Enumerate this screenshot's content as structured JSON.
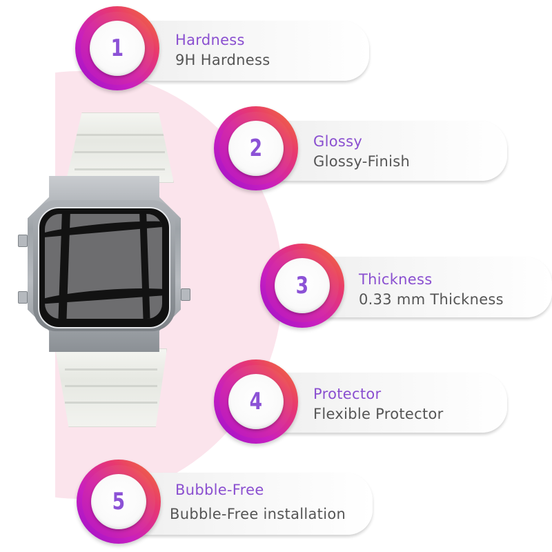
{
  "colors": {
    "title": "#8a4fd0",
    "description": "#555555",
    "badge_gradient_start": "#9b10c9",
    "badge_gradient_end": "#f27a2d",
    "background_accent": "#fbe6ee"
  },
  "product": {
    "image": "digital-watch-with-screen-protector"
  },
  "features": [
    {
      "number": "1",
      "title": "Hardness",
      "description": "9H Hardness"
    },
    {
      "number": "2",
      "title": "Glossy",
      "description": "Glossy-Finish"
    },
    {
      "number": "3",
      "title": "Thickness",
      "description": "0.33 mm Thickness"
    },
    {
      "number": "4",
      "title": "Protector",
      "description": "Flexible Protector"
    },
    {
      "number": "5",
      "title": "Bubble-Free",
      "description": "Bubble-Free installation"
    }
  ]
}
